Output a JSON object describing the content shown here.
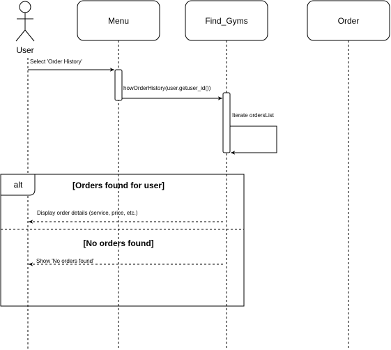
{
  "participants": {
    "user": "User",
    "menu": "Menu",
    "find_gyms": "Find_Gyms",
    "order": "Order"
  },
  "messages": {
    "select_order_history": "Select 'Order History'",
    "show_order_history_call": "howOrderHistory(user.getuser_id())",
    "iterate_orders": "Iterate ordersList",
    "display_details": "Display order details (service, price, etc.)",
    "show_no_orders": "Show 'No orders found'"
  },
  "fragment": {
    "operator": "alt",
    "guard_found": "[Orders found for user]",
    "guard_not_found": "[No orders found]"
  },
  "colors": {
    "stroke": "#000000",
    "background": "#ffffff"
  }
}
